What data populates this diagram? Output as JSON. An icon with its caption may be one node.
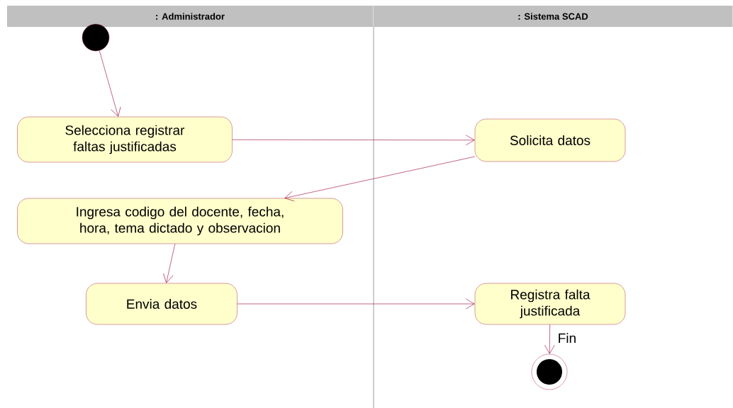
{
  "diagram": {
    "nodes": [
      {
        "text": [
          ": Administrador"
        ]
      },
      {
        "text": [
          ": Sistema SCAD"
        ]
      },
      {
        "text": [],
        "shape": "circle"
      },
      {
        "text": [
          "Selecciona registrar faltas justificadas"
        ]
      },
      {
        "text": [
          "Solicita datos"
        ]
      },
      {
        "text": [
          "Ingresa codigo del docente, fecha, hora, tema dictado y observacion"
        ]
      },
      {
        "text": [
          "Envia datos"
        ]
      },
      {
        "text": [
          "Registra falta justificada"
        ]
      },
      {
        "text": [],
        "shape": "circle"
      }
    ],
    "edges": [
      {
        "from": 2,
        "to": 3,
        "arrow": "to"
      },
      {
        "from": 3,
        "to": 4,
        "arrow": "to"
      },
      {
        "from": 4,
        "to": 5,
        "arrow": "to"
      },
      {
        "from": 5,
        "to": 6,
        "arrow": "to"
      },
      {
        "from": 6,
        "to": 7,
        "arrow": "to"
      },
      {
        "from": 7,
        "to": 8,
        "label": "Fin",
        "arrow": "to"
      }
    ]
  }
}
